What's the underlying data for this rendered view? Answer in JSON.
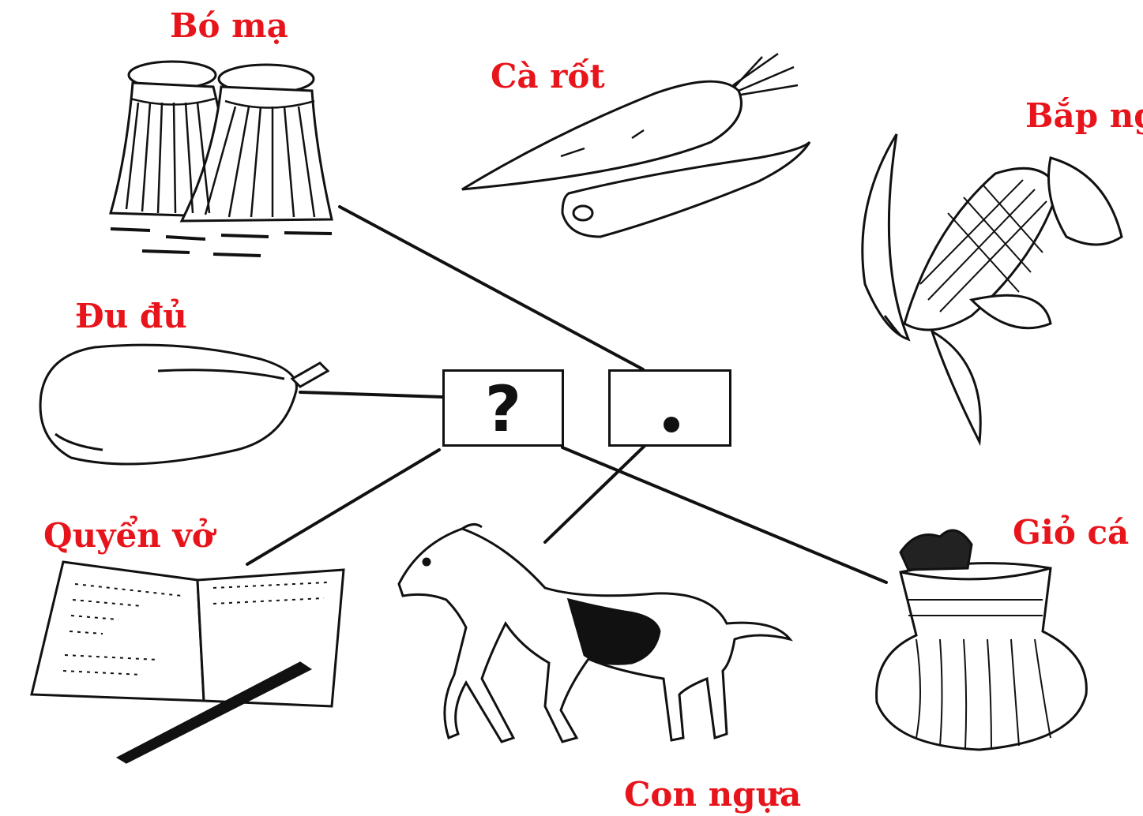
{
  "labels": {
    "bo_ma": "Bó mạ",
    "ca_rot": "Cà rốt",
    "bap_ngo": "Bắp ng",
    "du_du": "Đu đủ",
    "quyen_vo": "Quyển vở",
    "gio_ca": "Giỏ cá",
    "con_ngua": "Con ngựa"
  },
  "center": {
    "question_mark": "?"
  },
  "colors": {
    "label_red": "#e8141b",
    "ink": "#111111"
  }
}
